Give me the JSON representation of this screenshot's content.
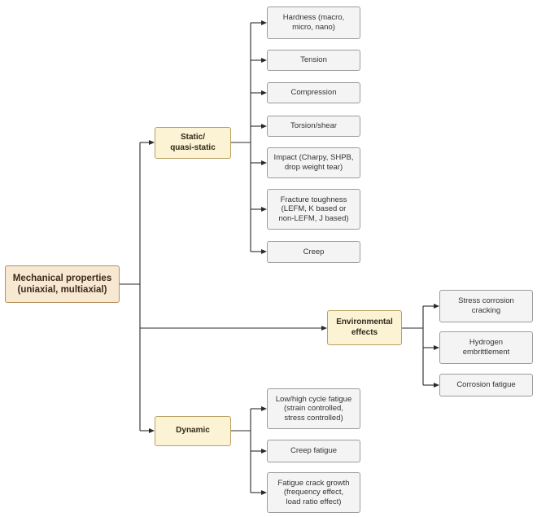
{
  "root": {
    "label": "Mechanical properties\n(uniaxial, multiaxial)"
  },
  "categories": [
    {
      "key": "static",
      "label": "Static/\nquasi-static"
    },
    {
      "key": "environmental",
      "label": "Environmental\neffects"
    },
    {
      "key": "dynamic",
      "label": "Dynamic"
    }
  ],
  "static_items": [
    "Hardness (macro,\nmicro, nano)",
    "Tension",
    "Compression",
    "Torsion/shear",
    "Impact (Charpy, SHPB,\ndrop weight tear)",
    "Fracture toughness\n(LEFM, K based or\nnon-LEFM, J based)",
    "Creep"
  ],
  "environmental_items": [
    "Stress corrosion\ncracking",
    "Hydrogen\nembrittlement",
    "Corrosion fatigue"
  ],
  "dynamic_items": [
    "Low/high cycle fatigue\n(strain controlled,\nstress controlled)",
    "Creep fatigue",
    "Fatigue crack growth\n(frequency effect,\nload ratio effect)"
  ]
}
